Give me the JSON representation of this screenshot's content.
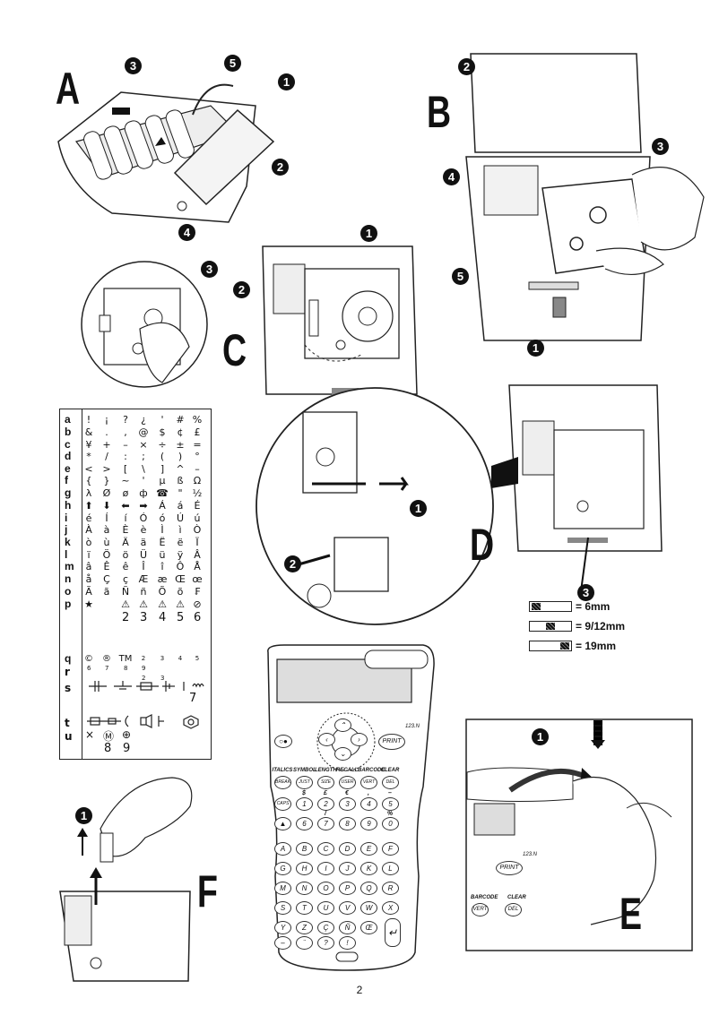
{
  "figures": {
    "A": {
      "letter": "A",
      "callouts": [
        "3",
        "5",
        "1",
        "2",
        "4"
      ]
    },
    "B": {
      "letter": "B",
      "callouts": [
        "2",
        "3",
        "4",
        "5",
        "1"
      ]
    },
    "C": {
      "letter": "C",
      "callouts": [
        "1",
        "2",
        "3"
      ]
    },
    "D": {
      "letter": "D",
      "callouts": [
        "1",
        "2",
        "3"
      ]
    },
    "E": {
      "letter": "E",
      "callouts": [
        "1"
      ]
    },
    "F": {
      "letter": "F",
      "callouts": [
        "1"
      ]
    }
  },
  "symbol_table": {
    "keys": [
      "a",
      "b",
      "c",
      "d",
      "e",
      "f",
      "g",
      "h",
      "i",
      "j",
      "k",
      "l",
      "m",
      "n",
      "o",
      "p",
      "q",
      "r",
      "s",
      "t",
      "u"
    ],
    "rows": [
      [
        "!",
        "¡",
        "?",
        "¿",
        "'",
        "#",
        "%"
      ],
      [
        "&",
        ".",
        ",",
        "@",
        "$",
        "¢",
        "£"
      ],
      [
        "¥",
        "+",
        "–",
        "×",
        "÷",
        "±",
        "="
      ],
      [
        "*",
        "/",
        ":",
        ";",
        "(",
        ")",
        "°"
      ],
      [
        "<",
        ">",
        "[",
        "\\",
        "]",
        "^",
        "–"
      ],
      [
        "{",
        "}",
        "~",
        "'",
        "µ",
        "ß",
        "Ω"
      ],
      [
        "λ",
        "Ø",
        "ø",
        "ф",
        "☎",
        "\"",
        "½"
      ],
      [
        "⬆",
        "⬇",
        "⬅",
        "➡",
        "Á",
        "á",
        "É"
      ],
      [
        "é",
        "Í",
        "í",
        "Ó",
        "ó",
        "Ú",
        "ú"
      ],
      [
        "À",
        "à",
        "È",
        "è",
        "Ì",
        "ì",
        "Ò"
      ],
      [
        "ò",
        "ù",
        "Ä",
        "ä",
        "Ë",
        "ë",
        "Ï"
      ],
      [
        "ï",
        "Ö",
        "ö",
        "Ü",
        "ü",
        "ÿ",
        "Â"
      ],
      [
        "â",
        "Ê",
        "ê",
        "Î",
        "î",
        "Ô",
        "Å"
      ],
      [
        "å",
        "Ç",
        "ç",
        "Æ",
        "æ",
        "Œ",
        "œ"
      ],
      [
        "Ã",
        "ã",
        "Ñ",
        "ñ",
        "Õ",
        "õ",
        "₣"
      ],
      [
        "★",
        "",
        "⚠",
        "⚠",
        "⚠",
        "⚠",
        "⊘"
      ]
    ],
    "p_sub": [
      "2",
      "3",
      "4",
      "5",
      "6"
    ],
    "q_row": [
      "©",
      "®",
      "TM",
      "2",
      "3",
      "4",
      "5"
    ],
    "q_sub": [
      "6",
      "7",
      "8",
      "9"
    ],
    "r_sub": [
      "2",
      "3"
    ],
    "s_sub": "7",
    "u_row": [
      "×",
      "Ⓜ",
      "⊕"
    ],
    "u_sub": [
      "8",
      "9"
    ]
  },
  "tape_legend": [
    {
      "label": "= 6mm"
    },
    {
      "label": "= 9/12mm"
    },
    {
      "label": "= 19mm"
    }
  ],
  "keypad": {
    "print_label": "PRINT",
    "model_label": "123.N",
    "func_labels": [
      "ITALICS",
      "SYMBOL",
      "LENGTH",
      "RECALL",
      "BARCODE",
      "CLEAR"
    ],
    "func_keys": [
      "BREAK",
      "JUST",
      "SIZE",
      "USER",
      "VERT",
      "DEL"
    ],
    "caps_key": "CAPS",
    "num_row_1": [
      "1",
      "2",
      "3",
      "4",
      "5"
    ],
    "num_row_1_top": [
      "$",
      "£",
      "€",
      ",",
      "–"
    ],
    "num_row_2": [
      "6",
      "7",
      "8",
      "9",
      "0"
    ],
    "num_row_2_top": [
      "",
      "/",
      "",
      "",
      "%"
    ],
    "letters": [
      [
        "A",
        "B",
        "C",
        "D",
        "E",
        "F"
      ],
      [
        "G",
        "H",
        "I",
        "J",
        "K",
        "L"
      ],
      [
        "M",
        "N",
        "O",
        "P",
        "Q",
        "R"
      ],
      [
        "S",
        "T",
        "U",
        "V",
        "W",
        "X"
      ],
      [
        "Y",
        "Z",
        "Ç",
        "Ñ",
        "Œ",
        ""
      ],
      [
        "–",
        "¨",
        "?",
        "!",
        "",
        ""
      ]
    ]
  },
  "fig_e_labels": {
    "print": "PRINT",
    "model": "123.N",
    "barcode": "BARCODE",
    "clear": "CLEAR",
    "vert": "VERT",
    "del": "DEL"
  },
  "page_number": "2"
}
